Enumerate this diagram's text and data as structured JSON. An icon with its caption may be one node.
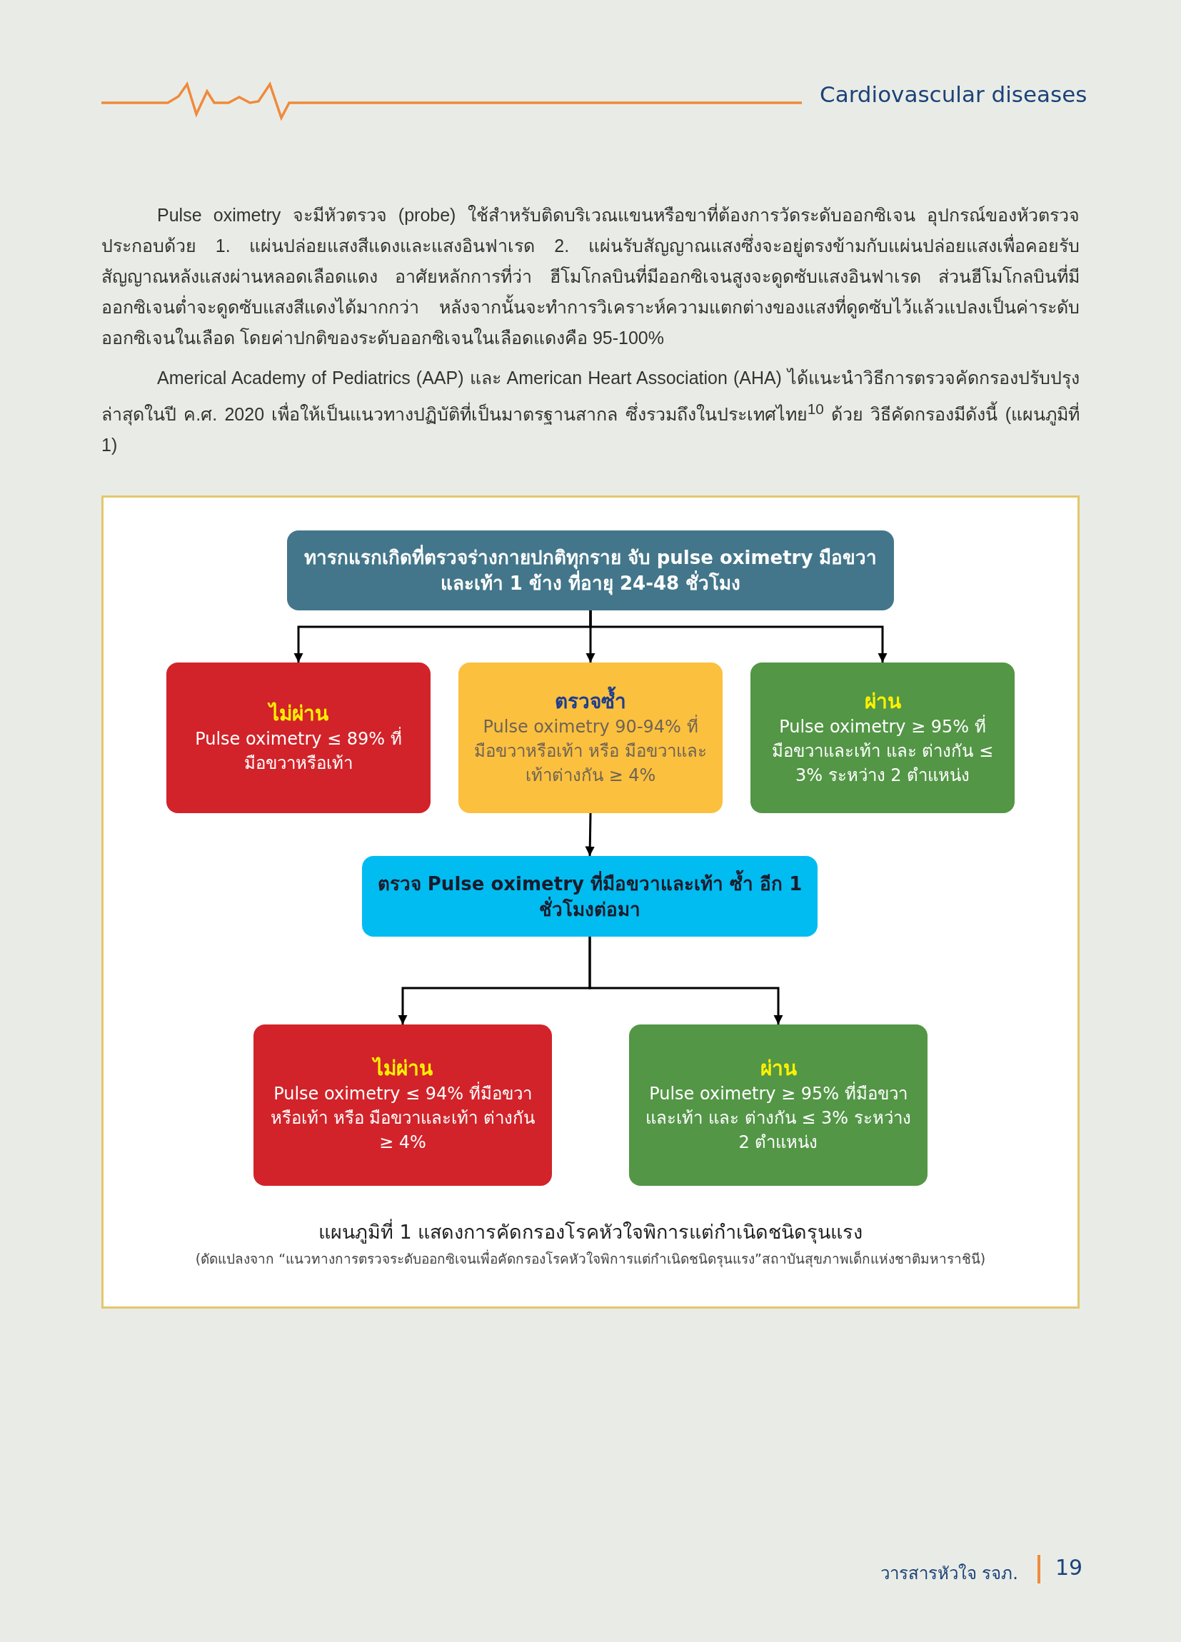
{
  "diagram": {
    "title": "Cardiovascular diseases",
    "caption": "แผนภูมิที่ 1 แสดงการคัดกรองโรคหัวใจพิการแต่กำเนิดชนิดรุนแรง",
    "nodes": [
      {
        "text": [
          "ทารกแรกเกิดที่ตรวจร่างกายปกติทุกราย จับ pulse oximetry มือขวาและเท้า 1 ข้าง ที่อายุ 24-48 ชั่วโมง"
        ]
      },
      {
        "text": [
          "ไม่ผ่าน",
          "Pulse oximetry ≤ 89% ที่มือขวาหรือเท้า"
        ]
      },
      {
        "text": [
          "ตรวจซ้ำ",
          "Pulse oximetry 90-94% ที่มือขวาหรือเท้า หรือ มือขวาและเท้าต่างกัน ≥ 4%"
        ]
      },
      {
        "text": [
          "ผ่าน",
          "Pulse oximetry ≥ 95% ที่มือขวาและเท้า และ ต่างกัน ≤ 3% ระหว่าง 2 ตำแหน่ง"
        ]
      },
      {
        "text": [
          "ตรวจ Pulse oximetry ที่มือขวาและเท้า ซ้ำ อีก 1 ชั่วโมงต่อมา"
        ]
      },
      {
        "text": [
          "ไม่ผ่าน",
          "Pulse oximetry ≤ 94% ที่มือขวาหรือเท้า หรือ มือขวาและเท้า ต่างกัน ≥ 4%"
        ]
      },
      {
        "text": [
          "ผ่าน",
          "Pulse oximetry ≥ 95% ที่มือขวาและเท้า และ ต่างกัน ≤ 3% ระหว่าง 2 ตำแหน่ง"
        ]
      }
    ],
    "edges": [
      {
        "from": 0,
        "to": 1,
        "arrow": "to"
      },
      {
        "from": 0,
        "to": 2,
        "arrow": "to"
      },
      {
        "from": 0,
        "to": 3,
        "arrow": "to"
      },
      {
        "from": 2,
        "to": 4,
        "arrow": "to"
      },
      {
        "from": 4,
        "to": 5,
        "arrow": "to"
      },
      {
        "from": 4,
        "to": 6,
        "arrow": "to"
      }
    ],
    "labels": [
      "Pulse oximetry จะมีหัวตรวจ (probe) ใช้สำหรับติดบริเวณแขนหรือขาที่ต้องการวัดระดับออกซิเจน อุปกรณ์ของหัวตรวจประกอบด้วย 1. แผ่นปล่อยแสงสีแดงและแสงอินฟาเรด 2. แผ่นรับสัญญาณแสงซึ่งจะอยู่ตรงข้ามกับแผ่นปล่อยแสงเพื่อคอยรับสัญญาณหลังแสงผ่านหลอดเลือดแดง อาศัยหลักการที่ว่า ฮีโมโกลบินที่มีออกซิเจนสูงจะดูดซับแสงอินฟาเรด ส่วนฮีโมโกลบินที่มีออกซิเจนต่ำจะดูดซับแสงสีแดงได้มากกว่า หลังจากนั้นจะทำการวิเคราะห์ความแตกต่างของแสงที่ดูดซับไว้แล้วแปลงเป็นค่าระดับออกซิเจนในเลือด โดยค่าปกติของระดับออกซิเจนในเลือดแดงคือ 95-100%",
      "Americal Academy of Pediatrics (AAP) และ American Heart Association (AHA) ได้แนะนำวิธีการตรวจคัดกรองปรับปรุงล่าสุดในปี ค.ศ. 2020 เพื่อให้เป็นแนวทางปฏิบัติที่เป็นมาตรฐานสากล ซึ่งรวมถึงในประเทศไทย$^{10}$ ด้วย วิธีคัดกรองมีดังนี้ (แผนภูมิที่ 1)",
      "(ดัดแปลงจาก “แนวทางการตรวจระดับออกซิเจนเพื่อคัดกรองโรคหัวใจพิการแต่กำเนิดชนิดรุนแรง”สถาบันสุขภาพเด็กแห่งชาติมหาราชินี)",
      "วารสารหัวใจ รจภ.",
      "19"
    ]
  }
}
